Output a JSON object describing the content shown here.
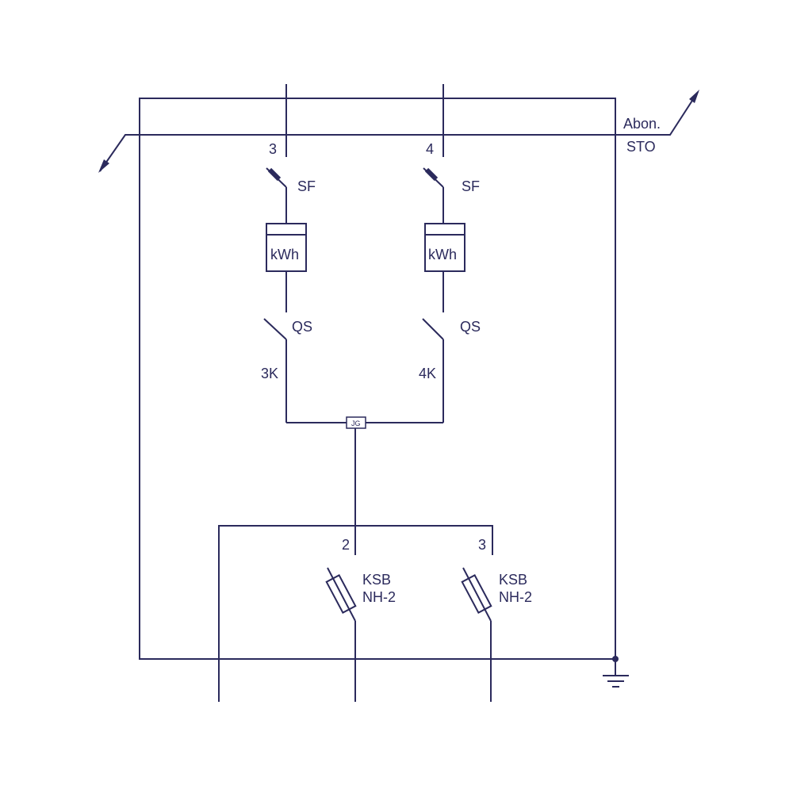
{
  "diagram": {
    "colors": {
      "line": "#2b2a5c",
      "background": "#ffffff"
    },
    "boundary": {
      "top_label": "Abon.",
      "bottom_label": "STO"
    },
    "feeders": [
      {
        "number": "3",
        "breaker": "SF",
        "meter": "kWh",
        "switch": "QS",
        "cable": "3K"
      },
      {
        "number": "4",
        "breaker": "SF",
        "meter": "kWh",
        "switch": "QS",
        "cable": "4K"
      }
    ],
    "junction": {
      "label": "JG"
    },
    "outputs": [
      {
        "number": "2",
        "fuse_line1": "KSB",
        "fuse_line2": "NH-2"
      },
      {
        "number": "3",
        "fuse_line1": "KSB",
        "fuse_line2": "NH-2"
      }
    ],
    "ground": {
      "icon": "ground-icon"
    }
  }
}
